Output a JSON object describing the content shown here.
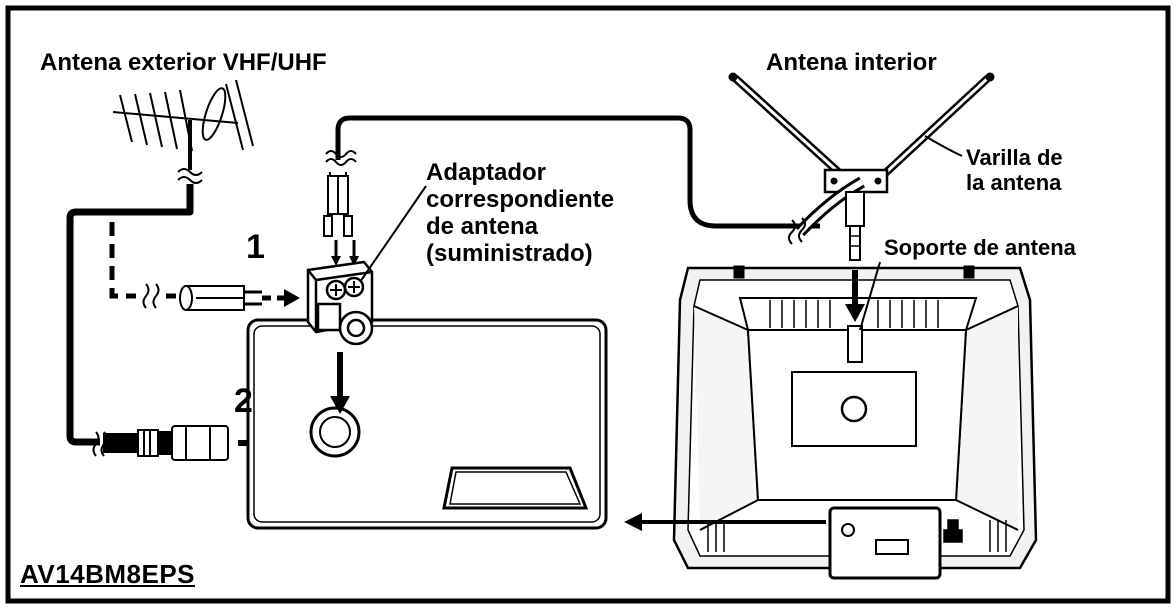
{
  "labels": {
    "outdoor_antenna": "Antena exterior VHF/UHF",
    "indoor_antenna": "Antena interior",
    "antenna_rod": "Varilla de\nla antena",
    "adapter": "Adaptador\ncorrespondiente\nde antena\n(suministrado)",
    "antenna_support": "Soporte de antena",
    "step_1": "1",
    "step_2": "2",
    "model": "AV14BM8EPS"
  },
  "colors": {
    "ink": "#000000",
    "background": "#ffffff",
    "tv_body": "#f2f2f2"
  },
  "icons": [
    "outdoor-antenna-icon",
    "indoor-antenna-icon",
    "antenna-adapter-icon",
    "coax-plug-icon",
    "flat-cable-icon",
    "antenna-jack-icon",
    "tv-rear-icon"
  ]
}
